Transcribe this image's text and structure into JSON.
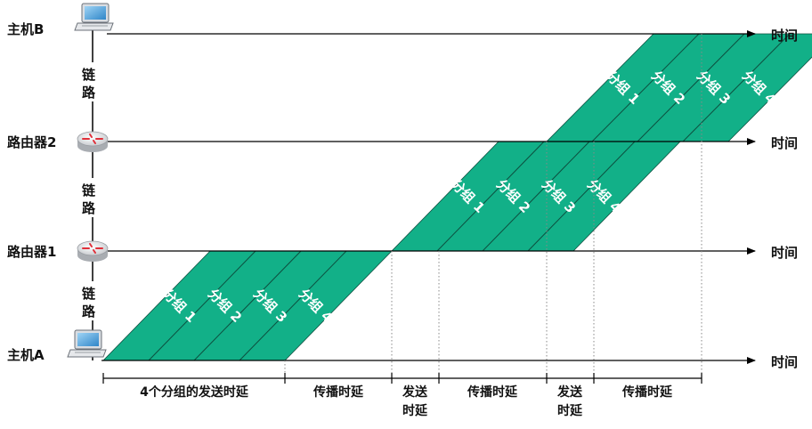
{
  "nodes": {
    "host_b": "主机B",
    "router_2": "路由器2",
    "router_1": "路由器1",
    "host_a": "主机A"
  },
  "links": {
    "upper": [
      "链",
      "路"
    ],
    "middle": [
      "链",
      "路"
    ],
    "lower": [
      "链",
      "路"
    ]
  },
  "time_label": "时间",
  "packet_label": "分组",
  "packets": [
    "1",
    "2",
    "3",
    "4"
  ],
  "intervals": {
    "first_send": "4个分组的发送时延",
    "prop1": "传播时延",
    "send2_line1": "发送",
    "send2_line2": "时延",
    "prop2": "传播时延",
    "send3_line1": "发送",
    "send3_line2": "时延",
    "prop3": "传播时延"
  },
  "colors": {
    "packet_fill": "#12b088",
    "packet_edge": "#0d4f3f",
    "line": "#000000"
  }
}
